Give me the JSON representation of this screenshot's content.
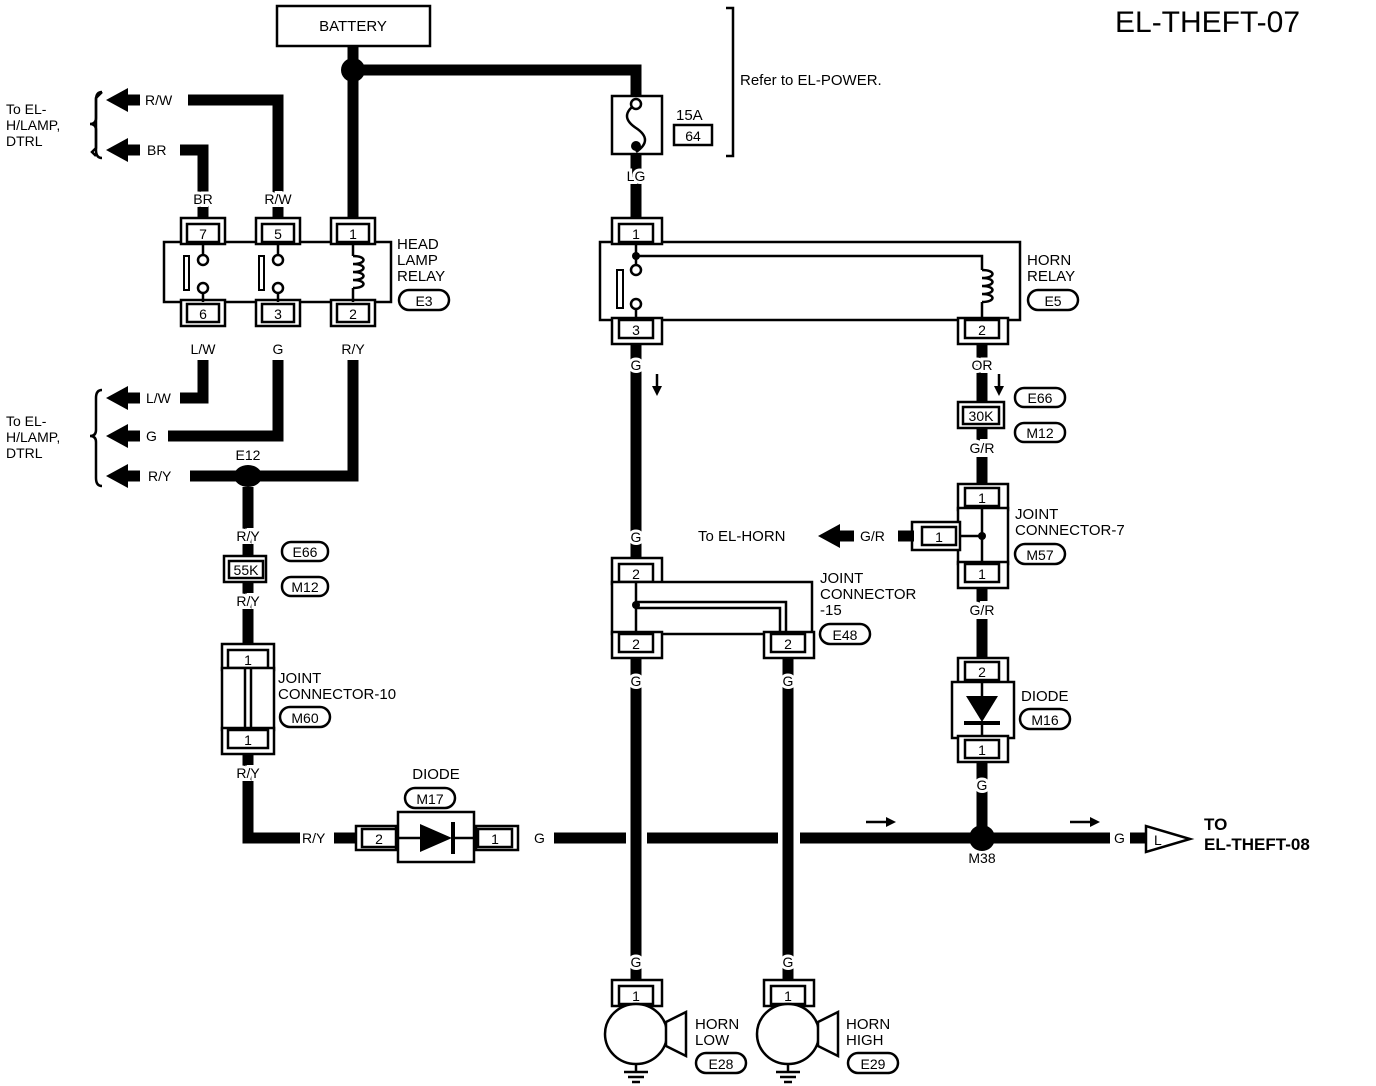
{
  "title": "EL-THEFT-07",
  "battery": "BATTERY",
  "refer_power": "Refer to EL-POWER.",
  "fuse": {
    "rating": "15A",
    "number": "64"
  },
  "to_el_hlamp_top": [
    "To EL-",
    "H/LAMP,",
    "DTRL"
  ],
  "to_el_hlamp_bottom": [
    "To EL-",
    "H/LAMP,",
    "DTRL"
  ],
  "head_lamp_relay": {
    "label": [
      "HEAD",
      "LAMP",
      "RELAY"
    ],
    "connector": "E3",
    "pins_top": [
      "7",
      "5",
      "1"
    ],
    "pins_bottom": [
      "6",
      "3",
      "2"
    ]
  },
  "horn_relay": {
    "label": [
      "HORN",
      "RELAY"
    ],
    "connector": "E5",
    "pin_top": "1",
    "pin_bottom_left": "3",
    "pin_bottom_right": "2"
  },
  "wires": {
    "rw": "R/W",
    "br": "BR",
    "lw": "L/W",
    "g": "G",
    "ry": "R/Y",
    "lg": "LG",
    "or": "OR",
    "gr": "G/R"
  },
  "splices": {
    "e12": "E12",
    "m38": "M38"
  },
  "resistor_55k": {
    "value": "55K",
    "conn_a": "E66",
    "conn_b": "M12"
  },
  "resistor_30k": {
    "value": "30K",
    "conn_a": "E66",
    "conn_b": "M12"
  },
  "joint_connector_10": {
    "label": [
      "JOINT",
      "CONNECTOR-10"
    ],
    "connector": "M60",
    "pin_top": "1",
    "pin_bottom": "1"
  },
  "joint_connector_15": {
    "label": [
      "JOINT",
      "CONNECTOR",
      "-15"
    ],
    "connector": "E48",
    "pin_top": "2",
    "pin_bottom_left": "2",
    "pin_bottom_right": "2"
  },
  "joint_connector_7": {
    "label": [
      "JOINT",
      "CONNECTOR-7"
    ],
    "connector": "M57",
    "pin_top": "1",
    "pin_left": "1",
    "pin_bottom": "1"
  },
  "to_el_horn": "To EL-HORN",
  "diode_m17": {
    "label": "DIODE",
    "connector": "M17",
    "pin_left": "2",
    "pin_right": "1"
  },
  "diode_m16": {
    "label": "DIODE",
    "connector": "M16",
    "pin_top": "2",
    "pin_bottom": "1"
  },
  "horn_low": {
    "label": [
      "HORN",
      "LOW"
    ],
    "connector": "E28",
    "pin": "1"
  },
  "horn_high": {
    "label": [
      "HORN",
      "HIGH"
    ],
    "connector": "E29",
    "pin": "1"
  },
  "to_el_theft_08": [
    "TO",
    "EL-THEFT-08"
  ],
  "offpage_letter": "L"
}
